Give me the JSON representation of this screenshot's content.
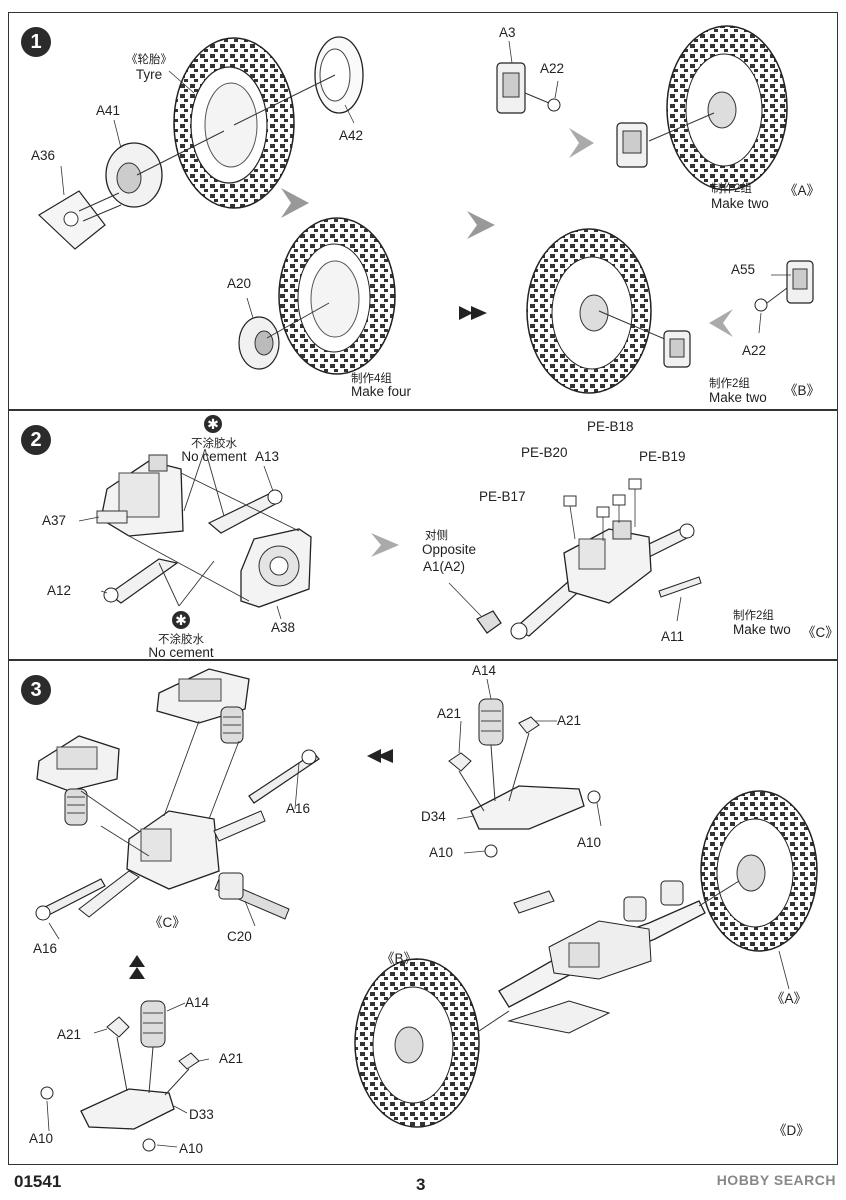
{
  "footer": {
    "product_code": "01541",
    "page_number": "3",
    "watermark": "HOBBY SEARCH"
  },
  "step1": {
    "number": "1",
    "tyre_cn": "《轮胎》",
    "tyre_en": "Tyre",
    "labels": {
      "a41": "A41",
      "a36": "A36",
      "a42": "A42",
      "a20": "A20",
      "a3": "A3",
      "a22_top": "A22",
      "a55": "A55",
      "a22_bottom": "A22"
    },
    "make_four_cn": "制作4组",
    "make_four_en": "Make four",
    "make_two_a_cn": "制作2组",
    "make_two_a_en": "Make two",
    "tag_a": "《A》",
    "make_two_b_cn": "制作2组",
    "make_two_b_en": "Make two",
    "tag_b": "《B》"
  },
  "step2": {
    "number": "2",
    "no_cement_cn_top": "不涂胶水",
    "no_cement_en_top": "No cement",
    "no_cement_cn_bottom": "不涂胶水",
    "no_cement_en_bottom": "No cement",
    "labels": {
      "a13": "A13",
      "a37": "A37",
      "a12": "A12",
      "a38": "A38",
      "pe_b18": "PE-B18",
      "pe_b20": "PE-B20",
      "pe_b19": "PE-B19",
      "pe_b17": "PE-B17",
      "a1a2": "A1(A2)",
      "a11": "A11"
    },
    "opposite_cn": "对侧",
    "opposite_en": "Opposite",
    "make_two_cn": "制作2组",
    "make_two_en": "Make two",
    "tag_c": "《C》"
  },
  "step3": {
    "number": "3",
    "labels": {
      "a16_right": "A16",
      "a16_left": "A16",
      "c20": "C20",
      "tag_c": "《C》",
      "a14_top": "A14",
      "a21_top_left": "A21",
      "a21_top_right": "A21",
      "d34": "D34",
      "a10_top_left": "A10",
      "a10_top_right": "A10",
      "a14_bottom": "A14",
      "a21_bottom_left": "A21",
      "a21_bottom_right": "A21",
      "d33": "D33",
      "a10_bottom_left": "A10",
      "a10_bottom_right": "A10",
      "tag_b": "《B》",
      "tag_a": "《A》",
      "tag_d": "《D》"
    }
  },
  "icons": {
    "cement": "cement-prohibition-icon"
  }
}
